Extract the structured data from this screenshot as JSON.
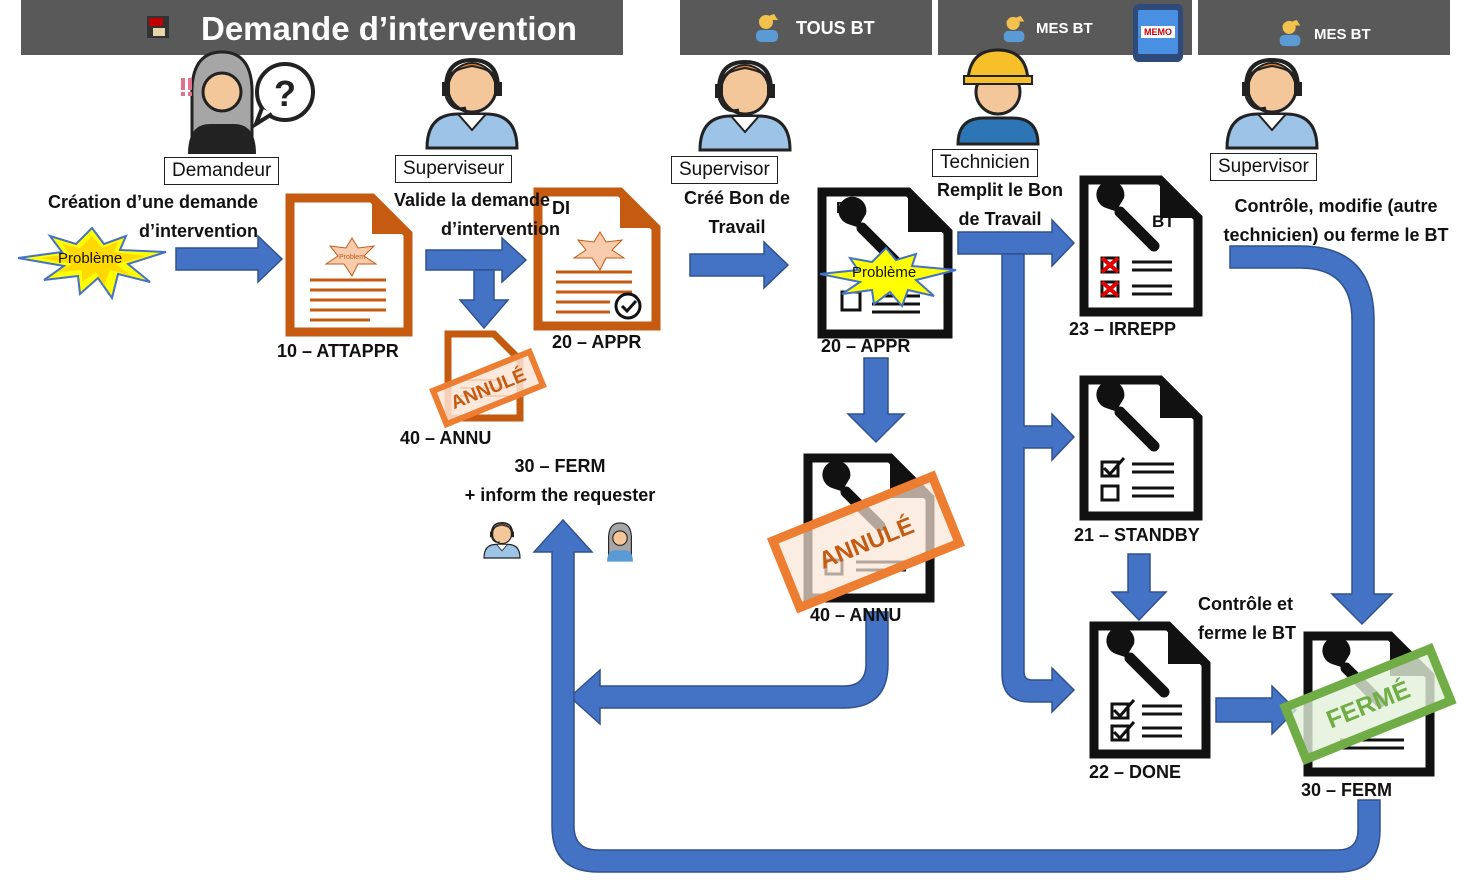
{
  "header": {
    "title": "Demande d’intervention",
    "tabs": [
      "TOUS BT",
      "MES BT",
      "MES BT"
    ],
    "memo_badge": "MEMO"
  },
  "roles": {
    "demandeur": "Demandeur",
    "superviseur": "Superviseur",
    "supervisor_1": "Supervisor",
    "technicien": "Technicien",
    "supervisor_2": "Supervisor"
  },
  "texts": {
    "creation_1": "Création d’une demande",
    "creation_2": "d’intervention",
    "valide_1": "Valide la demande",
    "valide_2": "d’intervention",
    "cree_1": "Créé Bon de",
    "cree_2": "Travail",
    "remplit_1": "Remplit le Bon",
    "remplit_2": "de Travail",
    "controle_1": "Contrôle, modifie (autre",
    "controle_2": "technicien) ou ferme le BT",
    "controle_ferme_1": "Contrôle et",
    "controle_ferme_2": "ferme le BT",
    "ferm_inform_1": "30 – FERM",
    "ferm_inform_2": "+ inform the requester"
  },
  "badges": {
    "probleme": "Problème",
    "problem_small": "Problem",
    "di": "DI",
    "bt": "BT",
    "annule": "ANNULÉ",
    "ferme": "FERMÉ"
  },
  "statuses": {
    "s10": "10 – ATTAPPR",
    "s20a": "20 – APPR",
    "s40a": "40 – ANNU",
    "s20b": "20 – APPR",
    "s40b": "40 – ANNU",
    "s23": "23 – IRREPP",
    "s21": "21 – STANDBY",
    "s22": "22 – DONE",
    "s30": "30 – FERM"
  },
  "colors": {
    "arrow": "#4472c4",
    "doc_orange": "#c55a11",
    "stamp_orange": "#ed7d31",
    "stamp_green": "#70ad47",
    "header_bg": "#595959",
    "burst": "#ffff00"
  }
}
